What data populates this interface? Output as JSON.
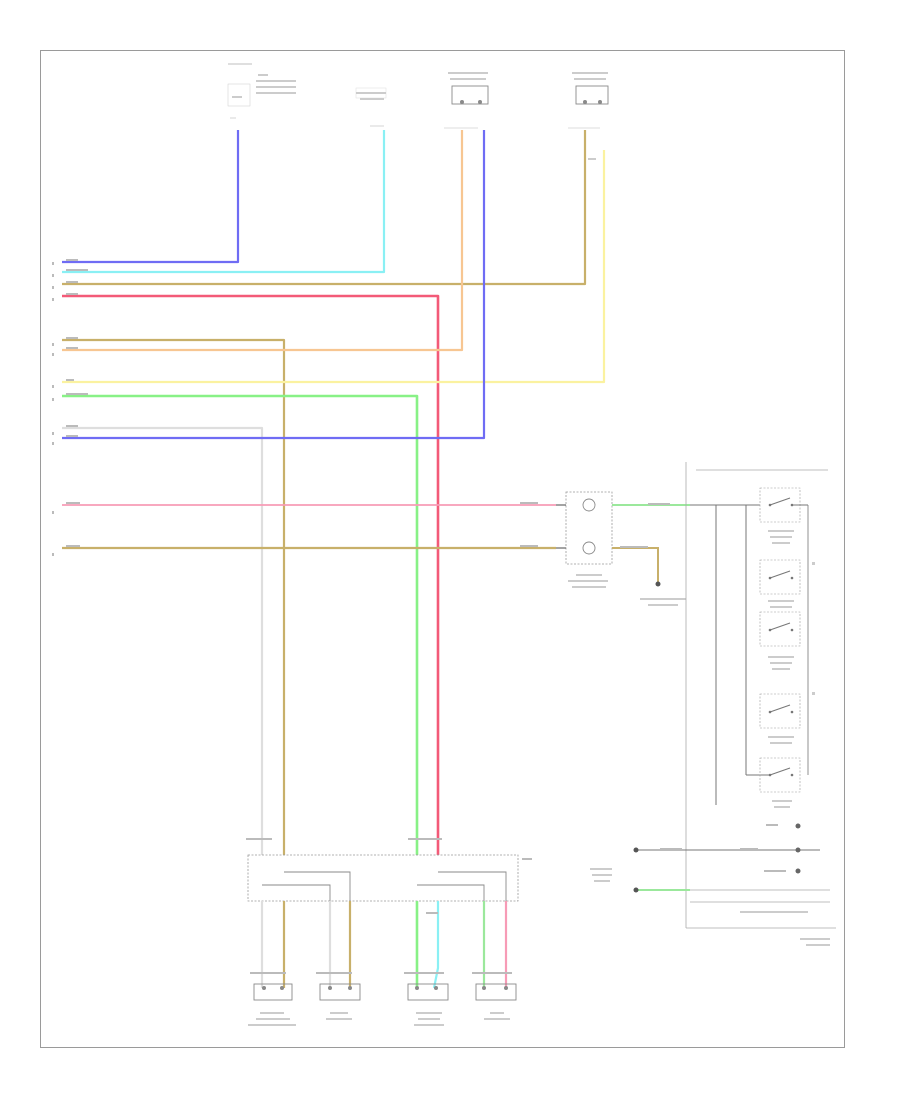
{
  "diagram_code": "",
  "wire_colors": {
    "blue": "#6f6cf4",
    "light_blue": "#8af0f4",
    "tan": "#c8b06a",
    "red": "#f35a78",
    "orange": "#f7c692",
    "yellow": "#fbf2a0",
    "light_green": "#88f186",
    "white": "#dedede",
    "pink": "#f79bb6",
    "green": "#9be89c",
    "black": "#8a8a8a"
  },
  "top_components": [
    {
      "id": "lamp-body"
    },
    {
      "id": "lower-left-sensor"
    },
    {
      "id": "right-rear-sensor"
    },
    {
      "id": "left-rear-sensor"
    }
  ],
  "right_components": [
    {
      "id": "switch-1"
    },
    {
      "id": "switch-2"
    },
    {
      "id": "switch-3"
    },
    {
      "id": "switch-4"
    },
    {
      "id": "switch-5"
    }
  ],
  "bottom_components": [
    {
      "id": "right-front-sensor"
    },
    {
      "id": "right-sensor"
    },
    {
      "id": "rear-sensor"
    },
    {
      "id": "left-sensor"
    }
  ]
}
